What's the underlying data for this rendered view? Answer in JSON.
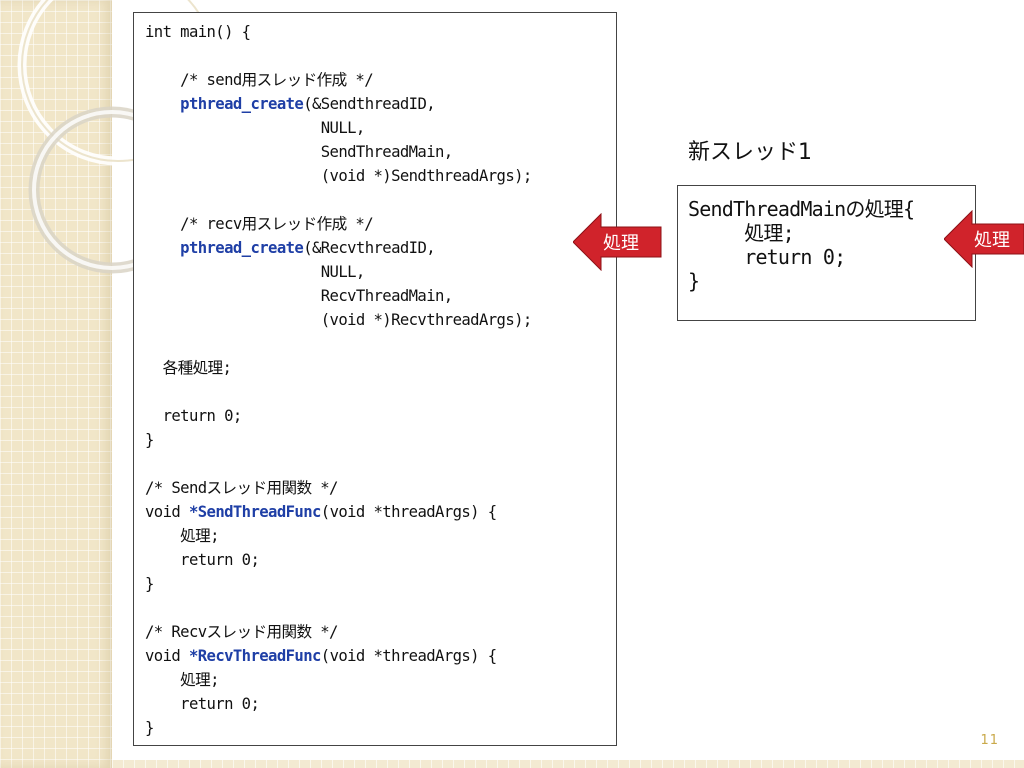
{
  "slide": {
    "page_number": "11"
  },
  "main_code": {
    "lines": [
      "int main() {",
      "",
      "    /* send用スレッド作成 */",
      "    pthread_create(&SendthreadID,",
      "                    NULL,",
      "                    SendThreadMain,",
      "                    (void *)SendthreadArgs);",
      "",
      "    /* recv用スレッド作成 */",
      "    pthread_create(&RecvthreadID,",
      "                    NULL,",
      "                    RecvThreadMain,",
      "                    (void *)RecvthreadArgs);",
      "",
      "  各種処理;",
      "",
      "  return 0;",
      "}",
      "",
      "/* Sendスレッド用関数 */",
      "void *SendThreadFunc(void *threadArgs) {",
      "    処理;",
      "    return 0;",
      "}",
      "",
      "/* Recvスレッド用関数 */",
      "void *RecvThreadFunc(void *threadArgs) {",
      "    処理;",
      "    return 0;",
      "}"
    ],
    "highlighted_identifiers": [
      "pthread_create",
      "*SendThreadFunc",
      "*RecvThreadFunc"
    ],
    "highlight_color": "#1f3fa6"
  },
  "new_thread": {
    "title": "新スレッド1",
    "lines": [
      "SendThreadMainの処理{",
      "     処理;",
      "     return 0;",
      "}"
    ]
  },
  "arrows": {
    "left_label": "処理",
    "right_label": "処理",
    "color": "#d0232b"
  },
  "decoration": {
    "band_color": "#f1e6c8",
    "ring_color": "#e7dcc0"
  }
}
